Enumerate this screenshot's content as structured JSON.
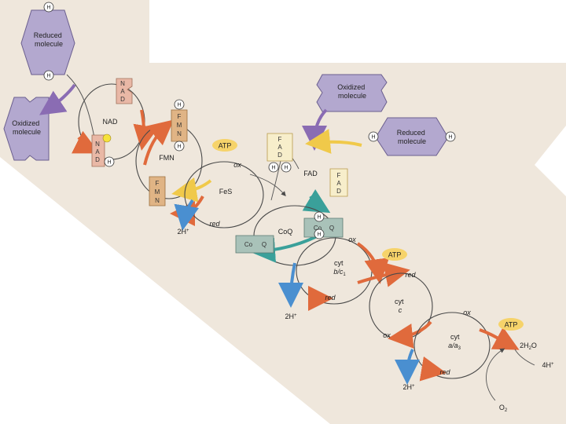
{
  "colors": {
    "background_band": "#efe7dc",
    "purple_molecule": "#b3a8cf",
    "nad_pink": "#e9b8a6",
    "fmn_tan": "#e0b485",
    "fad_yellow": "#f7eecb",
    "coq_teal": "#a9c2b9",
    "atp_yellow": "#f6d36a",
    "arrow_red": "#e06a3c",
    "arrow_blue": "#4a8fd0",
    "arrow_purple": "#8a6cb3",
    "arrow_yellow": "#f0c94a",
    "arrow_teal": "#3aa09a"
  },
  "molecules": {
    "reduced_top_left": "Reduced\nmolecule",
    "oxidized_left": "Oxidized\nmolecule",
    "oxidized_top_right": "Oxidized\nmolecule",
    "reduced_right": "Reduced\nmolecule"
  },
  "hydrogen": "H",
  "carriers": {
    "nad": "NAD",
    "fmn": "FMN",
    "fad": "FAD",
    "fes": "FeS",
    "coq": "CoQ",
    "cyt_bc1_line1": "cyt",
    "cyt_bc1_line2": "b/c",
    "cyt_bc1_sub": "1",
    "cyt_c_line1": "cyt",
    "cyt_c_line2": "c",
    "cyt_aa3_line1": "cyt",
    "cyt_aa3_line2": "a/a",
    "cyt_aa3_sub": "3"
  },
  "shape_letters": {
    "nad": [
      "N",
      "A",
      "D"
    ],
    "fmn": [
      "F",
      "M",
      "N"
    ],
    "fad": [
      "F",
      "A",
      "D"
    ],
    "coq_box": "Co",
    "coq_q": "Q"
  },
  "states": {
    "ox": "ox",
    "red": "red"
  },
  "atp": "ATP",
  "products": {
    "two_h_plus": "2H",
    "plus": "+",
    "water": "2H",
    "water_sub": "2",
    "water_o": "O",
    "four_h_plus": "4H",
    "oxygen": "O",
    "oxygen_sub": "2"
  }
}
